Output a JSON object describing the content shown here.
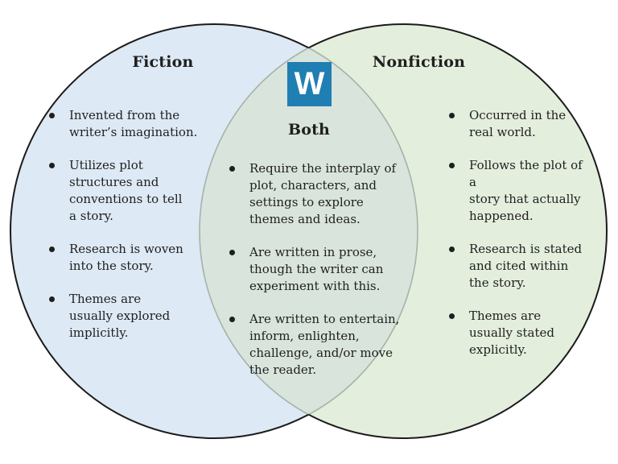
{
  "diagram": {
    "type": "venn",
    "left": {
      "title": "Fiction",
      "items": [
        "Invented from the\nwriter’s imagination.",
        "Utilizes plot\nstructures and\nconventions to tell\na story.",
        "Research is woven\ninto the story.",
        "Themes are\nusually explored\nimplicitly."
      ]
    },
    "middle": {
      "title": "Both",
      "items": [
        "Require the interplay of\nplot, characters, and\nsettings to explore\nthemes and ideas.",
        "Are written in prose,\nthough the writer can\nexperiment with this.",
        "Are written to entertain,\ninform, enlighten,\nchallenge, and/or move\nthe reader."
      ]
    },
    "right": {
      "title": "Nonfiction",
      "items": [
        "Occurred in the\nreal world.",
        "Follows the plot of a\nstory that actually\nhappened.",
        "Research is stated\nand cited within\nthe story.",
        "Themes are\nusually stated\nexplicitly."
      ]
    },
    "logo": {
      "letter": "W"
    }
  },
  "colors": {
    "background": "#ffffff",
    "left_circle_fill": "#dde9f4",
    "right_circle_fill": "#e4eedd",
    "overlap_fill": "#d9e4dc",
    "outline": "#1b1b1b",
    "inner_arc": "#a4b4a8",
    "logo_bg": "#1f7eb2",
    "logo_letter": "#ffffff",
    "text": "#1f1f1f"
  }
}
